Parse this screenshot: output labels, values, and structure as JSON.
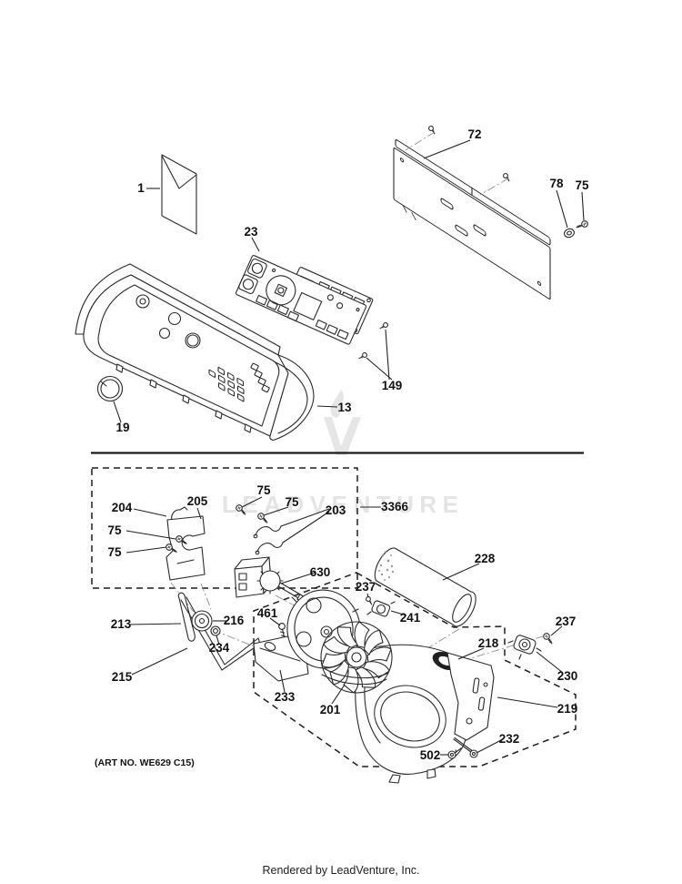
{
  "diagram": {
    "watermark": "LEADVENTURE",
    "art_no": "(ART NO. WE629 C15)",
    "footer": "Rendered by LeadVenture, Inc.",
    "callouts": [
      {
        "label": "1"
      },
      {
        "label": "72"
      },
      {
        "label": "78"
      },
      {
        "label": "75"
      },
      {
        "label": "23"
      },
      {
        "label": "149"
      },
      {
        "label": "13"
      },
      {
        "label": "19"
      },
      {
        "label": "204"
      },
      {
        "label": "205"
      },
      {
        "label": "75"
      },
      {
        "label": "75"
      },
      {
        "label": "75"
      },
      {
        "label": "75"
      },
      {
        "label": "203"
      },
      {
        "label": "3366"
      },
      {
        "label": "630"
      },
      {
        "label": "228"
      },
      {
        "label": "237"
      },
      {
        "label": "241"
      },
      {
        "label": "461"
      },
      {
        "label": "216"
      },
      {
        "label": "213"
      },
      {
        "label": "234"
      },
      {
        "label": "215"
      },
      {
        "label": "233"
      },
      {
        "label": "201"
      },
      {
        "label": "218"
      },
      {
        "label": "237"
      },
      {
        "label": "230"
      },
      {
        "label": "219"
      },
      {
        "label": "232"
      },
      {
        "label": "502"
      }
    ]
  }
}
